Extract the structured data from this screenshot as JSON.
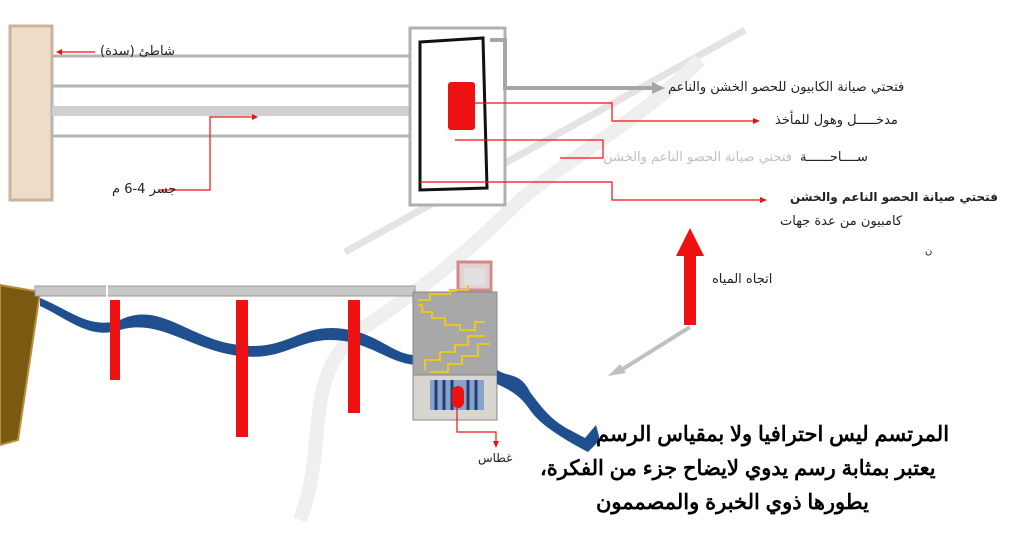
{
  "labels": {
    "shore": "شاطئ (سدة)",
    "bridge": "جسر 4-6 م",
    "maintenance_opening": "فتحتي صيانة الكابيون للحصو الخشن والناعم",
    "intake_entrance": "مدخـــــل وهول للمأخذ",
    "yard": "ســــاحــــــة",
    "yard_faded": "فتحتي صيانة الحصو الناعم والخشن",
    "opening_bold": "فتحتي صيانة الحصو الناعم والخشن",
    "gabion": "كامبيون من عدة جهات",
    "stray_char": "ن",
    "water_direction": "اتجاه المياه",
    "diver": "غطاس"
  },
  "note": {
    "line1": "المرتسم ليس احترافيا ولا بمقياس الرسم",
    "line2": "يعتبر بمثابة رسم يدوي لايضاح جزء من الفكرة،",
    "line3": "يطورها ذوي الخبرة والمصممون"
  },
  "colors": {
    "red": "#ee1111",
    "gray": "#a6a6a6",
    "beige": "#efdcc8",
    "blue": "#1f4f8f",
    "yellow": "#e8c820",
    "brown": "#7a5a10"
  }
}
